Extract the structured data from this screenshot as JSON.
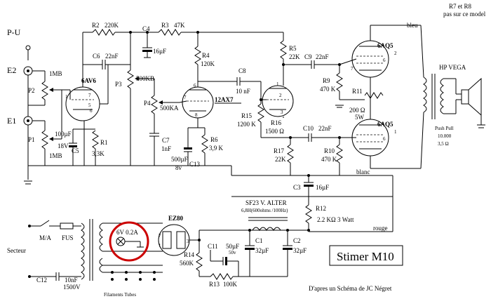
{
  "header_note": [
    "R7 et R8",
    "pas sur ce model"
  ],
  "inputs": {
    "pu": "P-U",
    "e2": "E2",
    "e1": "E1"
  },
  "wire_labels": {
    "bleu": "bleu",
    "blanc": "blanc",
    "rouge": "rouge"
  },
  "components": {
    "r2": "R2",
    "r2_val": "220K",
    "c4": "C4",
    "r3": "R3",
    "r3_val": "47K",
    "r5": "R5",
    "r5_val": "22K",
    "c9": "C9",
    "c9_val": "22nF",
    "c4_val": "16µF",
    "r4": "R4",
    "r4_val": "120K",
    "c6": "C6",
    "c6_val": "22nF",
    "p2": "P2",
    "p2_val": "1MB",
    "tube1": "6AV6",
    "p3": "P3",
    "p3_val": "500KB",
    "p4": "P4",
    "p4_val": "500KA",
    "c8": "C8",
    "c8_val": "10 nF",
    "tube2": "12AX7",
    "r15": "R15",
    "r15_val": "1200 K",
    "r16": "R16",
    "r16_val": "1500 Ω",
    "c10": "C10",
    "c10_val": "22nF",
    "r9": "R9",
    "r9_val": "470 K",
    "r11": "R11",
    "r11_val": "200 Ω",
    "r11_w": "5W",
    "tube3": "6AQ5",
    "tube4": "6AQ5",
    "p1": "P1",
    "p1_val": "1MB",
    "c5": "C5",
    "c5_val": "100µF",
    "c5_v": "18V",
    "r1": "R1",
    "r1_val": "3,3K",
    "c7": "C7",
    "c7_val": "1nF",
    "c13": "C13",
    "c13_val": "500µF",
    "c13_v": "8v",
    "r6": "R6",
    "r6_val": "3,9 K",
    "r17": "R17",
    "r17_val": "22K",
    "r10": "R10",
    "r10_val": "470 K",
    "c3": "C3",
    "c3_val": "16µF",
    "r12": "R12",
    "r12_val": "2.2 KΩ  3 Watt",
    "choke": "SF23 V. ALTER",
    "choke_val": "6,8H(600ohms /100Hz)",
    "rect": "EZ80",
    "lamp": "6V 0.2A",
    "c11": "C11",
    "c11_val": "50µF",
    "c11_v": "50v",
    "r14": "R14",
    "r14_val": "560K",
    "r13": "R13",
    "r13_val": "100K",
    "c1": "C1",
    "c1_val": "32µF",
    "c2": "C2",
    "c2_val": "32µF",
    "c12": "C12",
    "c12_val": "10nF",
    "c12_v": "1500V",
    "ma": "M/A",
    "fus": "FUS"
  },
  "labels": {
    "secteur": "Secteur",
    "filaments": "Filaments Tubes",
    "hp": "HP VEGA",
    "push_pull": "Push Pull",
    "imp": "10.000",
    "imp2": "3,5  Ω",
    "title": "Stimer M10",
    "credit": "D'apres un  Schéma de JC Négret"
  },
  "pins": {
    "a": "1",
    "b": "2",
    "c": "3",
    "d": "6",
    "e": "7",
    "f": "8",
    "g": "5"
  }
}
